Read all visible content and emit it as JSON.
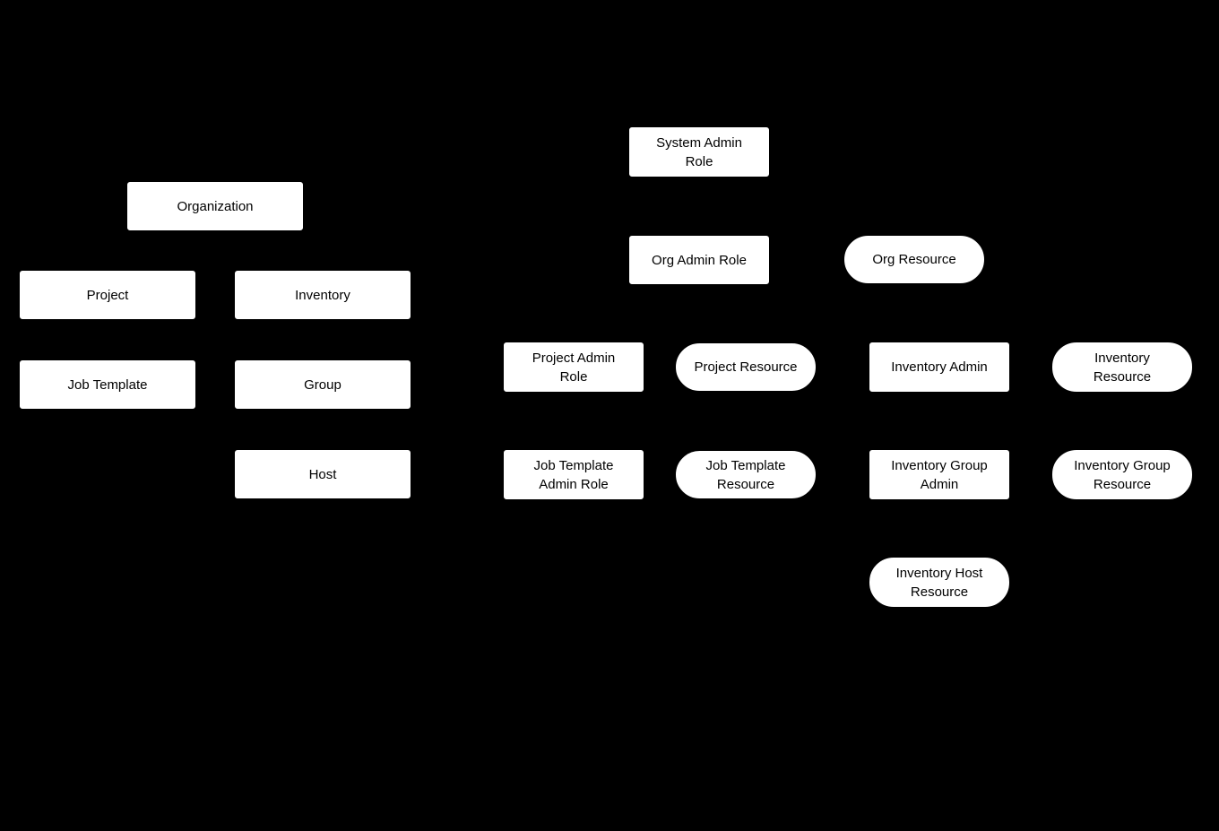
{
  "diagram": {
    "background_color": "#000000",
    "node_fill_color": "#ffffff",
    "node_text_color": "#000000",
    "nodes": {
      "organization": {
        "label": "Organization",
        "shape": "rect"
      },
      "project": {
        "label": "Project",
        "shape": "rect"
      },
      "inventory": {
        "label": "Inventory",
        "shape": "rect"
      },
      "job_template": {
        "label": "Job Template",
        "shape": "rect"
      },
      "group": {
        "label": "Group",
        "shape": "rect"
      },
      "host": {
        "label": "Host",
        "shape": "rect"
      },
      "system_admin_role": {
        "label": "System Admin\nRole",
        "shape": "rect"
      },
      "org_admin_role": {
        "label": "Org Admin Role",
        "shape": "rect"
      },
      "org_resource": {
        "label": "Org Resource",
        "shape": "stadium"
      },
      "project_admin_role": {
        "label": "Project Admin\nRole",
        "shape": "rect"
      },
      "project_resource": {
        "label": "Project Resource",
        "shape": "stadium"
      },
      "inventory_admin": {
        "label": "Inventory Admin",
        "shape": "rect"
      },
      "inventory_resource": {
        "label": "Inventory\nResource",
        "shape": "stadium"
      },
      "job_template_admin_role": {
        "label": "Job Template\nAdmin Role",
        "shape": "rect"
      },
      "job_template_resource": {
        "label": "Job Template\nResource",
        "shape": "stadium"
      },
      "inventory_group_admin": {
        "label": "Inventory Group\nAdmin",
        "shape": "rect"
      },
      "inventory_group_resource": {
        "label": "Inventory Group\nResource",
        "shape": "stadium"
      },
      "inventory_host_resource": {
        "label": "Inventory Host\nResource",
        "shape": "stadium"
      }
    }
  }
}
